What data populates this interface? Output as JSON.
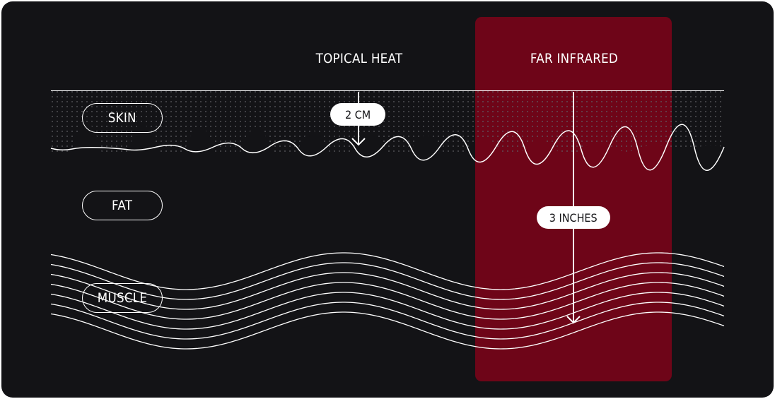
{
  "columns": {
    "topical_title": "TOPICAL HEAT",
    "infrared_title": "FAR INFRARED"
  },
  "layers": {
    "skin": "SKIN",
    "fat": "FAT",
    "muscle": "MUSCLE"
  },
  "depths": {
    "topical": "2 CM",
    "infrared": "3 INCHES"
  },
  "colors": {
    "background": "#131316",
    "infrared_band": "#6e0518",
    "line": "#ffffff"
  },
  "icons": {
    "topical_arrow": "arrow-down-icon",
    "infrared_arrow": "arrow-down-icon"
  }
}
